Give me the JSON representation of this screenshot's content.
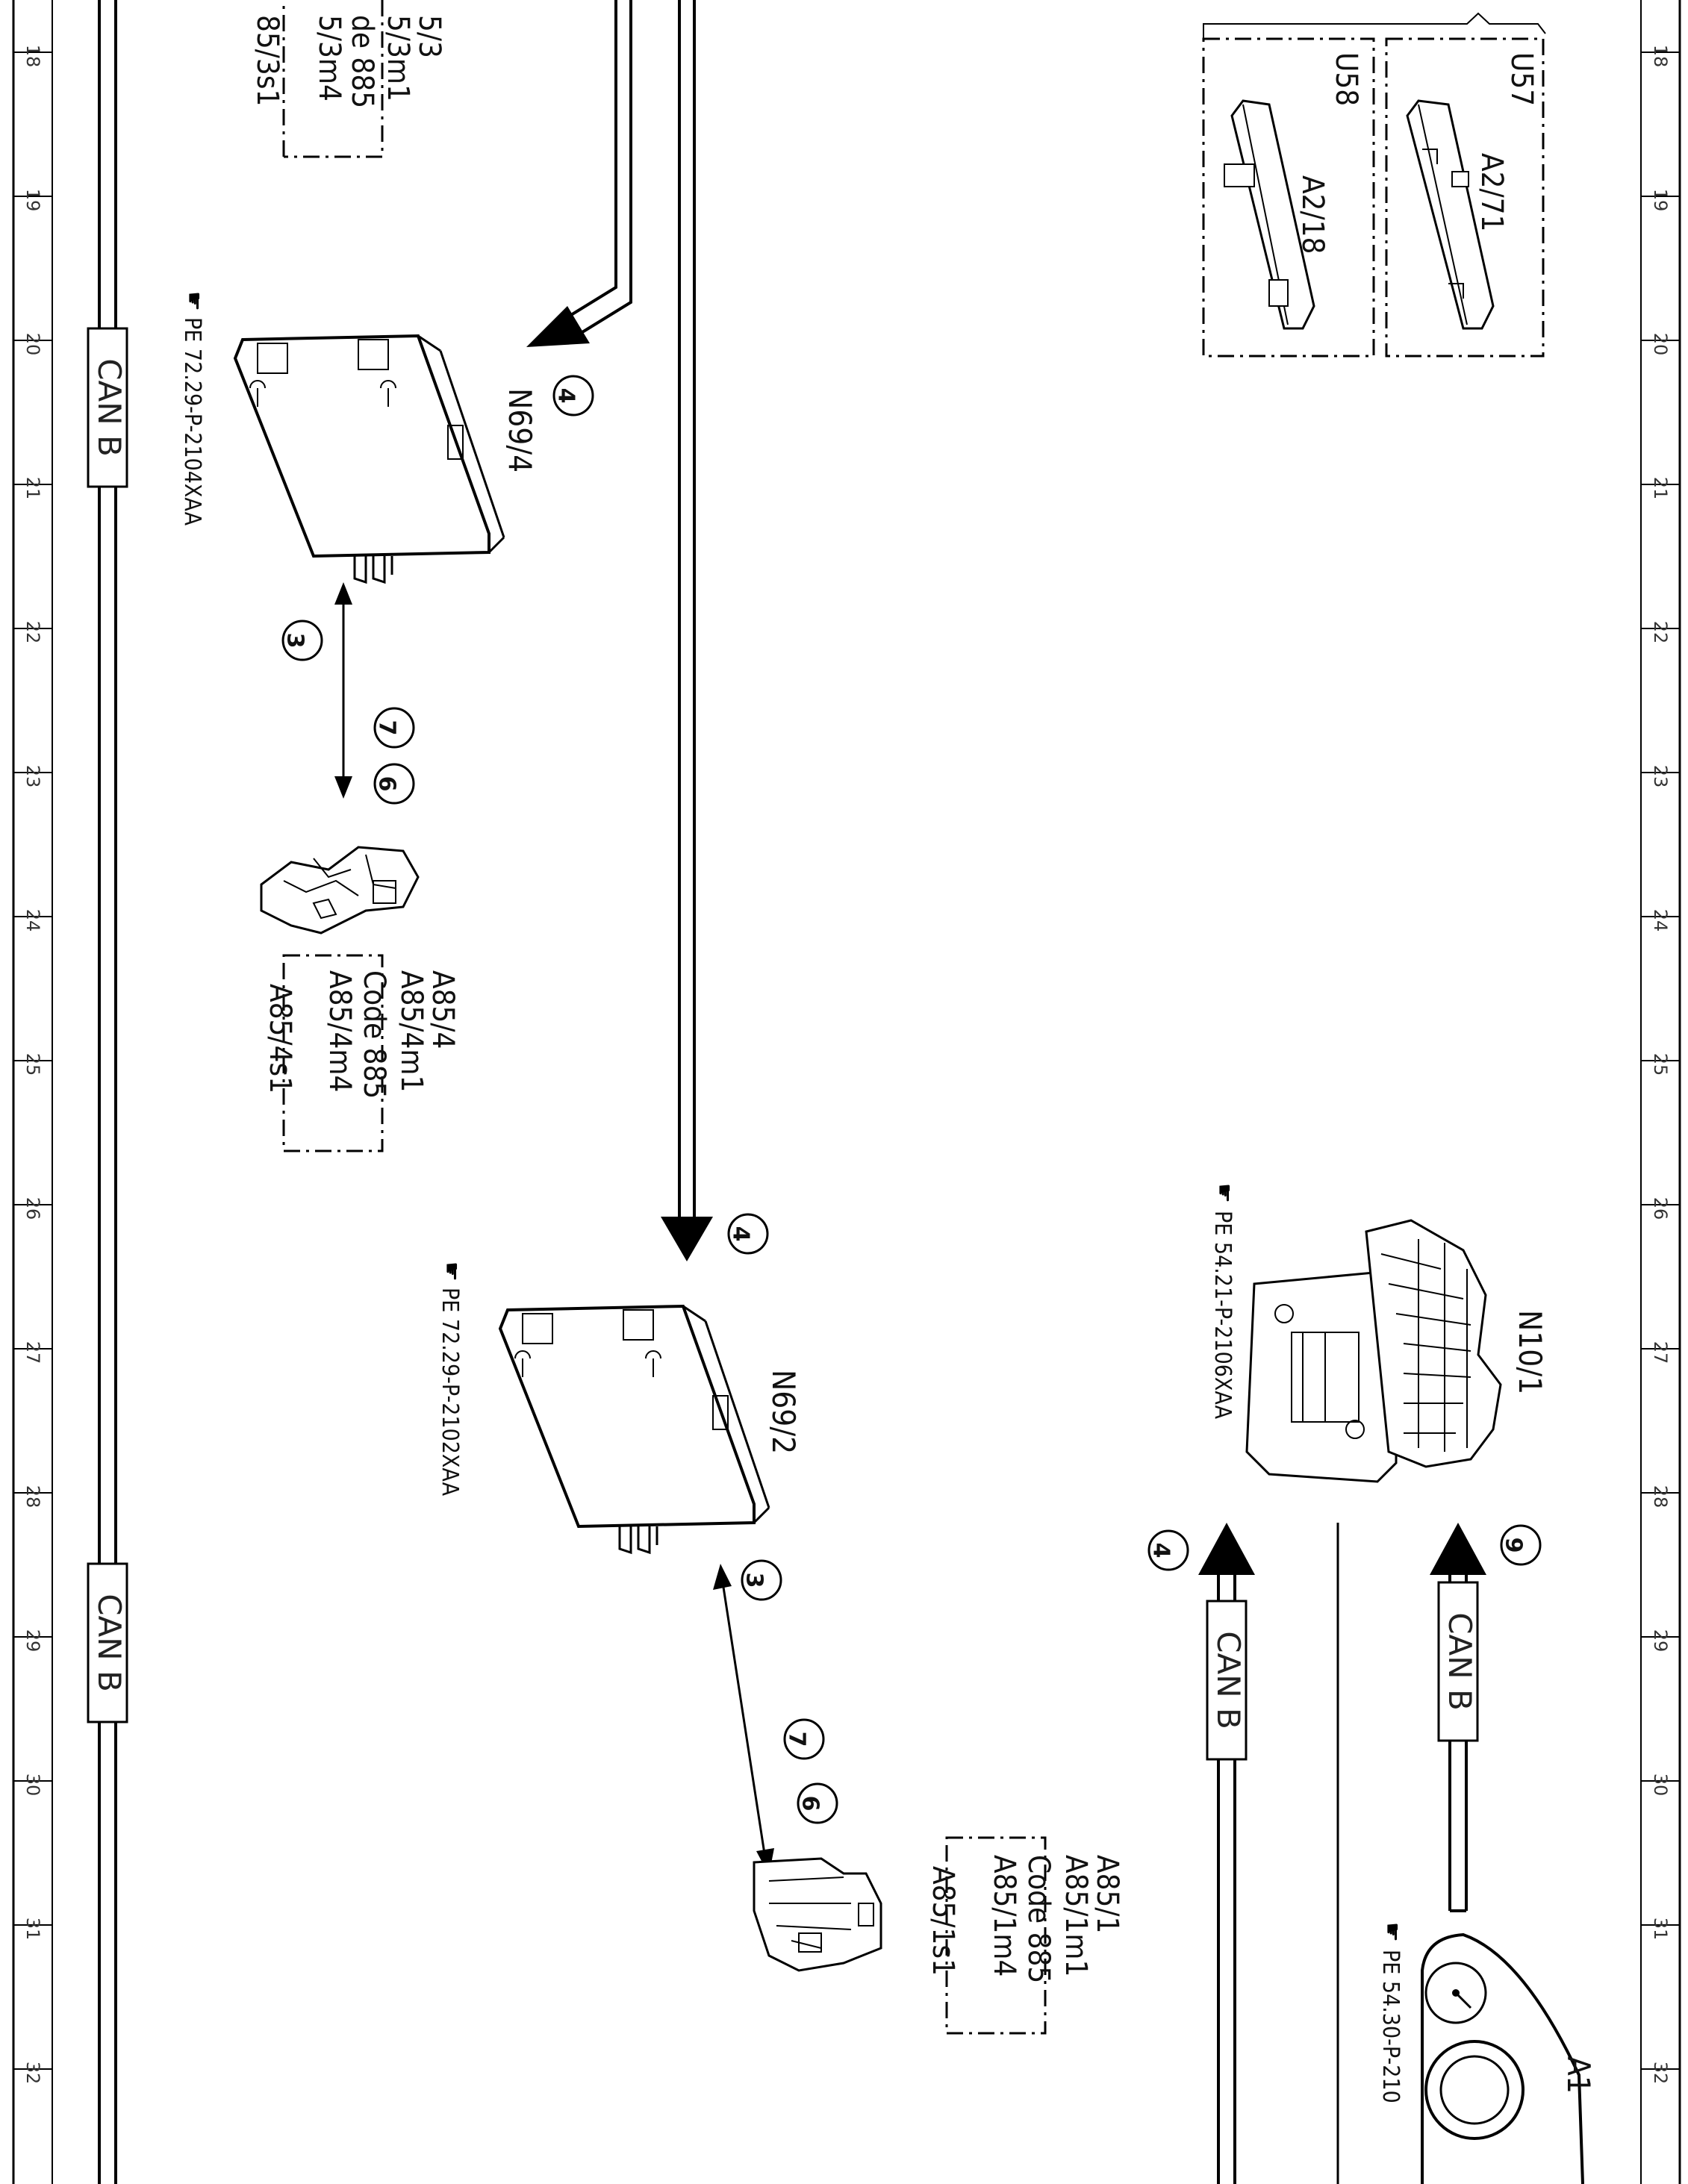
{
  "grid_numbers": [
    "18",
    "19",
    "20",
    "21",
    "22",
    "23",
    "24",
    "25",
    "26",
    "27",
    "28",
    "29",
    "30",
    "31",
    "32"
  ],
  "bus_label": "CAN B",
  "components": {
    "u57": "U57",
    "u58": "U58",
    "a2_71": "A2/71",
    "a2_18": "A2/18",
    "n69_4": "N69/4",
    "n69_2": "N69/2",
    "n10_1": "N10/1",
    "a1": "A1"
  },
  "pe_refs": {
    "n69_4": "PE 72.29-P-2104XAA",
    "n69_2": "PE 72.29-P-2102XAA",
    "n10_1": "PE 54.21-P-2106XAA",
    "a1": "PE 54.30-P-210"
  },
  "a85_3_block": {
    "line1": "5/3",
    "line2": "5/3m1",
    "code": "de 885",
    "line4": "5/3m4",
    "line5": "85/3s1"
  },
  "a85_4_block": {
    "line1": "A85/4",
    "line2": "A85/4m1",
    "code": "Code 885",
    "line4": "A85/4m4",
    "line5": "A85/4s1"
  },
  "a85_1_block": {
    "line1": "A85/1",
    "line2": "A85/1m1",
    "code": "Code 885",
    "line4": "A85/1m4",
    "line5": "A85/1s1"
  },
  "circle_refs": {
    "c4_top": "4",
    "c3_upper": "3",
    "c7_upper": "7",
    "c6_upper": "6",
    "c4_mid": "4",
    "c3_lower": "3",
    "c7_lower": "7",
    "c6_lower": "6",
    "c4_right": "4",
    "c9_right": "9"
  }
}
